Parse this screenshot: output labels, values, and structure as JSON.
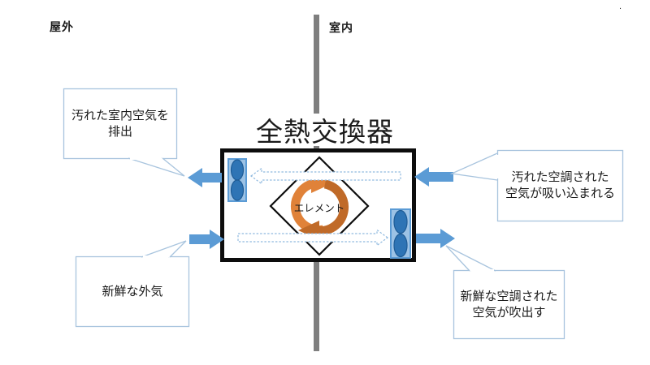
{
  "title": {
    "text": "全熱交換器"
  },
  "labels": {
    "outdoor": "屋外",
    "indoor": "室内",
    "stray_mark": "."
  },
  "device": {
    "element_label": "エレメント"
  },
  "callouts": {
    "top_left": {
      "line1": "汚れた室内空気を",
      "line2": "排出"
    },
    "right": {
      "line1": "汚れた空調された",
      "line2": "空気が吸い込まれる"
    },
    "bottom_left": {
      "line1": "新鮮な外気"
    },
    "bottom_right": {
      "line1": "新鮮な空調された",
      "line2": "空気が吹出す"
    }
  },
  "icons": {
    "fan": "fan-icon",
    "cycle": "heat-exchange-cycle-icon"
  },
  "colors": {
    "solid_arrow_blue": "#5B9BD5",
    "fan_body_blue": "#9CC2E5",
    "fan_blade_blue": "#2E74B5",
    "dashed_arrow_blue": "#8FB9DF",
    "callout_border_blue": "#A8C4DE",
    "cycle_orange_light": "#E08239",
    "cycle_orange_dark": "#C06A28",
    "wall_gray": "#7F7F7F",
    "device_border_black": "#0D0D0D"
  }
}
